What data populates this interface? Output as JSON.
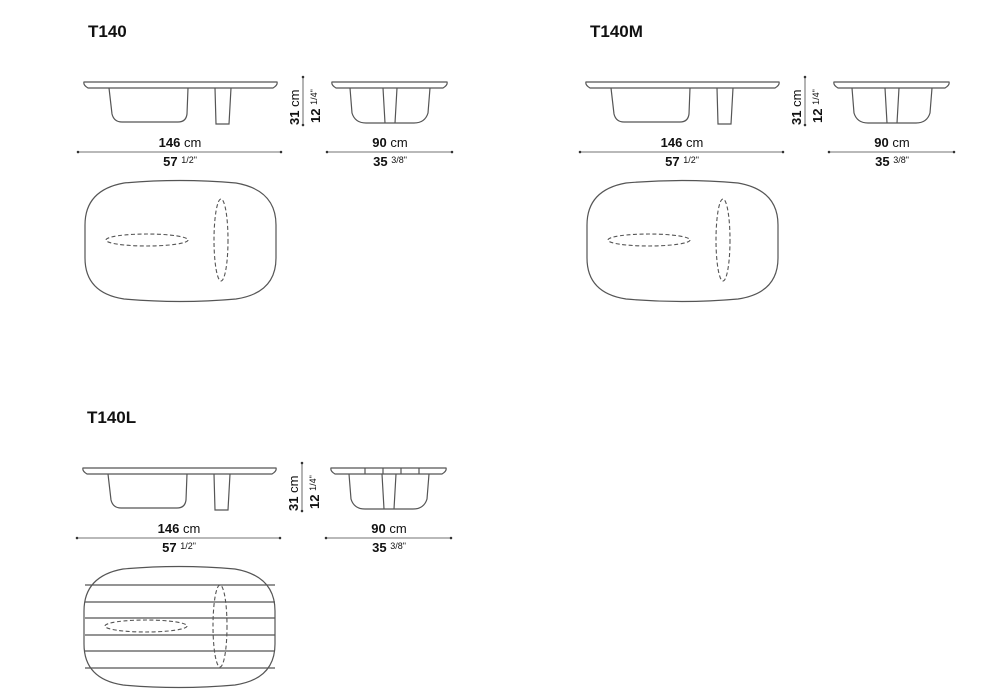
{
  "drawings": [
    {
      "title": "T140",
      "width_cm": "146",
      "width_in": "57",
      "width_in_frac": "1/2",
      "depth_cm": "90",
      "depth_in": "35",
      "depth_in_frac": "3/8",
      "height_cm": "31",
      "height_in": "12",
      "height_in_frac": "1/4",
      "slatted_top": false
    },
    {
      "title": "T140M",
      "width_cm": "146",
      "width_in": "57",
      "width_in_frac": "1/2",
      "depth_cm": "90",
      "depth_in": "35",
      "depth_in_frac": "3/8",
      "height_cm": "31",
      "height_in": "12",
      "height_in_frac": "1/4",
      "slatted_top": false
    },
    {
      "title": "T140L",
      "width_cm": "146",
      "width_in": "57",
      "width_in_frac": "1/2",
      "depth_cm": "90",
      "depth_in": "35",
      "depth_in_frac": "3/8",
      "height_cm": "31",
      "height_in": "12",
      "height_in_frac": "1/4",
      "slatted_top": true
    }
  ],
  "units": {
    "cm": "cm",
    "inch_mark": "\""
  }
}
